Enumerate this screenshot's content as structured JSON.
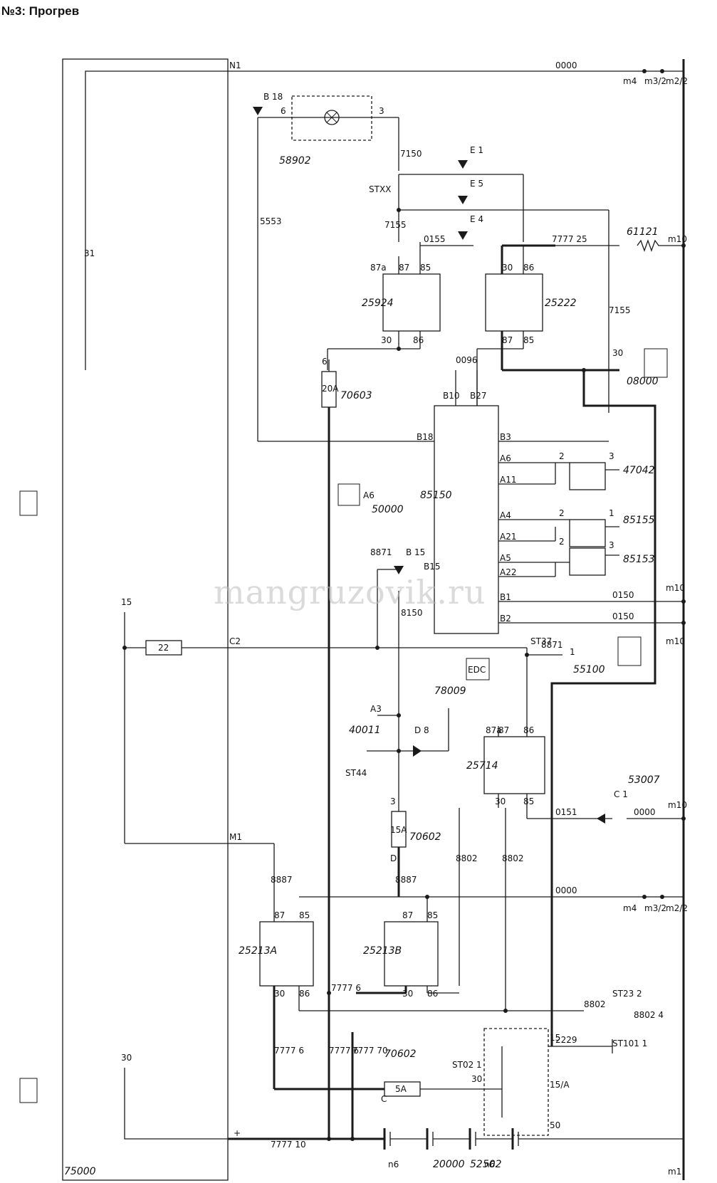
{
  "page": {
    "title": "№3: Прогрев"
  },
  "watermark": "mangruzovik.ru",
  "labels": {
    "N1": "N1",
    "w0000": "0000",
    "m4": "m4",
    "m3_2": "m3/2",
    "m2_2": "m2/2",
    "B18": "B 18",
    "c6": "6",
    "c3": "3",
    "c58902": "58902",
    "w7150": "7150",
    "w5553": "5553",
    "E1": "E 1",
    "E5": "E 5",
    "E4": "E 4",
    "STXX": "STXX",
    "w7155": "7155",
    "w0155": "0155",
    "w7777_25": "7777 25",
    "c61121": "61121",
    "m10": "m10",
    "w31": "31",
    "r87a": "87a",
    "r87": "87",
    "r85": "85",
    "r30": "30",
    "r86": "86",
    "c25924": "25924",
    "c25222": "25222",
    "w7155b": "7155",
    "w0096": "0096",
    "B10": "B10",
    "B27": "B27",
    "w30": "30",
    "c08000": "08000",
    "f6": "6",
    "f20A": "20A",
    "c70603": "70603",
    "B18b": "B18",
    "B3": "B3",
    "A6": "A6",
    "A11": "A11",
    "A4": "A4",
    "A21": "A21",
    "A5": "A5",
    "A22": "A22",
    "B1": "B1",
    "B2": "B2",
    "B15": "B15",
    "c85150": "85150",
    "c47042": "47042",
    "c85155": "85155",
    "c85153": "85153",
    "s2": "2",
    "s3": "3",
    "s1": "1",
    "c50000": "50000",
    "w8871": "8871",
    "w8150": "8150",
    "B15b": "B 15",
    "w0150": "0150",
    "w15": "15",
    "f22": "22",
    "C2": "C2",
    "ST37": "ST37",
    "c55100": "55100",
    "c78009": "78009",
    "EDC": "EDC",
    "c40011": "40011",
    "A3": "A3",
    "D8": "D 8",
    "ST44": "ST44",
    "c25714": "25714",
    "C1": "C 1",
    "c53007": "53007",
    "w0151": "0151",
    "f15A": "15A",
    "c70602": "70602",
    "D": "D",
    "w8887": "8887",
    "w8802": "8802",
    "M1": "M1",
    "c25213A": "25213A",
    "c25213B": "25213B",
    "w7777_6": "7777 6",
    "w7777_70": "7777 70",
    "ST23": "ST23 2",
    "ST101": "ST101 1",
    "w2229": "2229",
    "w8802b": "8802 4",
    "c52502": "52502",
    "ST02": "ST02 1",
    "f5A": "5A",
    "C": "C",
    "k15": "15",
    "k15A": "15/A",
    "k50": "50",
    "k30": "30",
    "w30b": "30",
    "c75000": "75000",
    "c20000": "20000",
    "n6": "n6",
    "w7777_10": "7777 10",
    "m1": "m1",
    "plus": "+"
  }
}
